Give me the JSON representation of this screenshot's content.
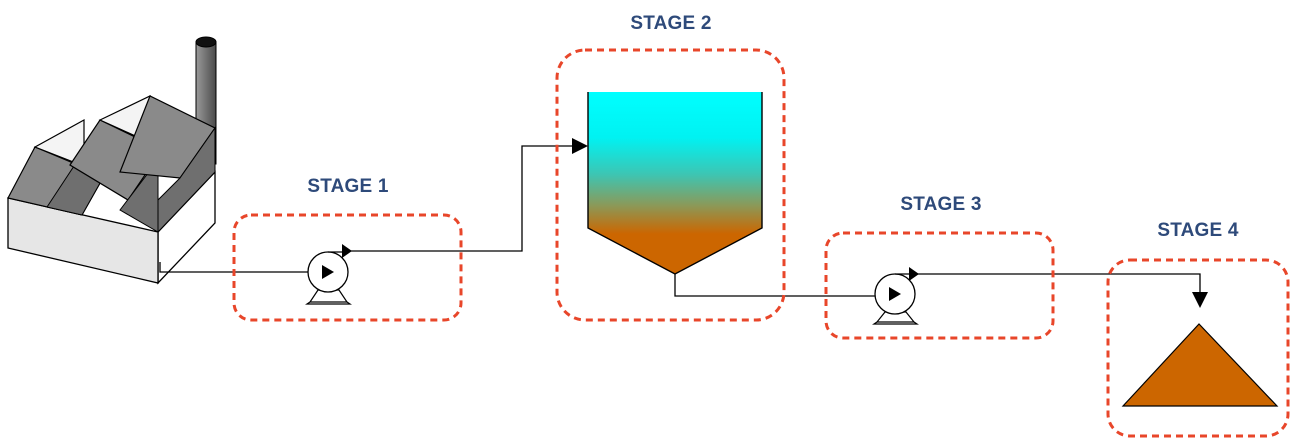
{
  "stages": [
    {
      "id": "stage-1",
      "label": "STAGE 1"
    },
    {
      "id": "stage-2",
      "label": "STAGE 2"
    },
    {
      "id": "stage-3",
      "label": "STAGE 3"
    },
    {
      "id": "stage-4",
      "label": "STAGE 4"
    }
  ],
  "icons": {
    "source": "factory-icon",
    "pump": "centrifugal-pump-icon",
    "tank": "settling-tank-icon",
    "product": "sediment-pile-icon"
  },
  "colors": {
    "stage_border": "#e8462a",
    "stage_label": "#2e4a7a",
    "pipe": "#000000",
    "factory_roof": "#7a7a7a",
    "factory_wall": "#e6e6e6",
    "water": "#00ffff",
    "sludge": "#cc6600"
  }
}
